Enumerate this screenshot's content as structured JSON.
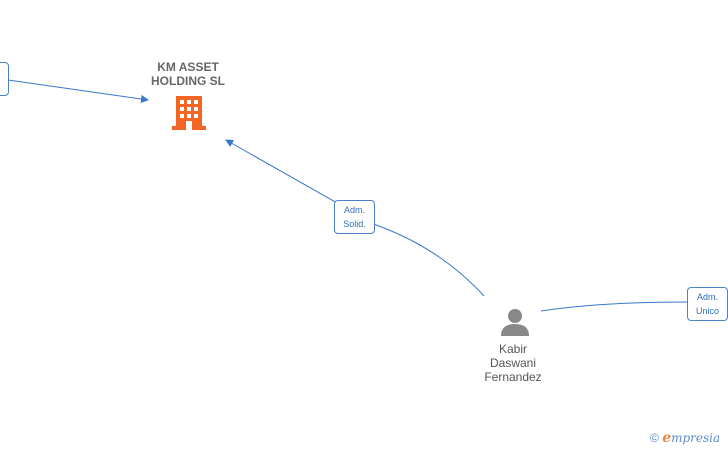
{
  "company": {
    "name_line1": "KM ASSET",
    "name_line2": "HOLDING  SL",
    "icon": "building-icon",
    "icon_color": "#f26522"
  },
  "person": {
    "name_line1": "Kabir",
    "name_line2": "Daswani",
    "name_line3": "Fernandez",
    "icon": "person-icon",
    "icon_color": "#888888"
  },
  "roles": {
    "left_edge": {
      "line1": "",
      "line2": ""
    },
    "adm_solid": {
      "line1": "Adm.",
      "line2": "Solid."
    },
    "adm_unico": {
      "line1": "Adm.",
      "line2": "Unico"
    }
  },
  "brand": {
    "copyright": "©",
    "e": "e",
    "rest": "mpresia"
  },
  "colors": {
    "edge": "#3a78c9",
    "label": "#666666"
  }
}
